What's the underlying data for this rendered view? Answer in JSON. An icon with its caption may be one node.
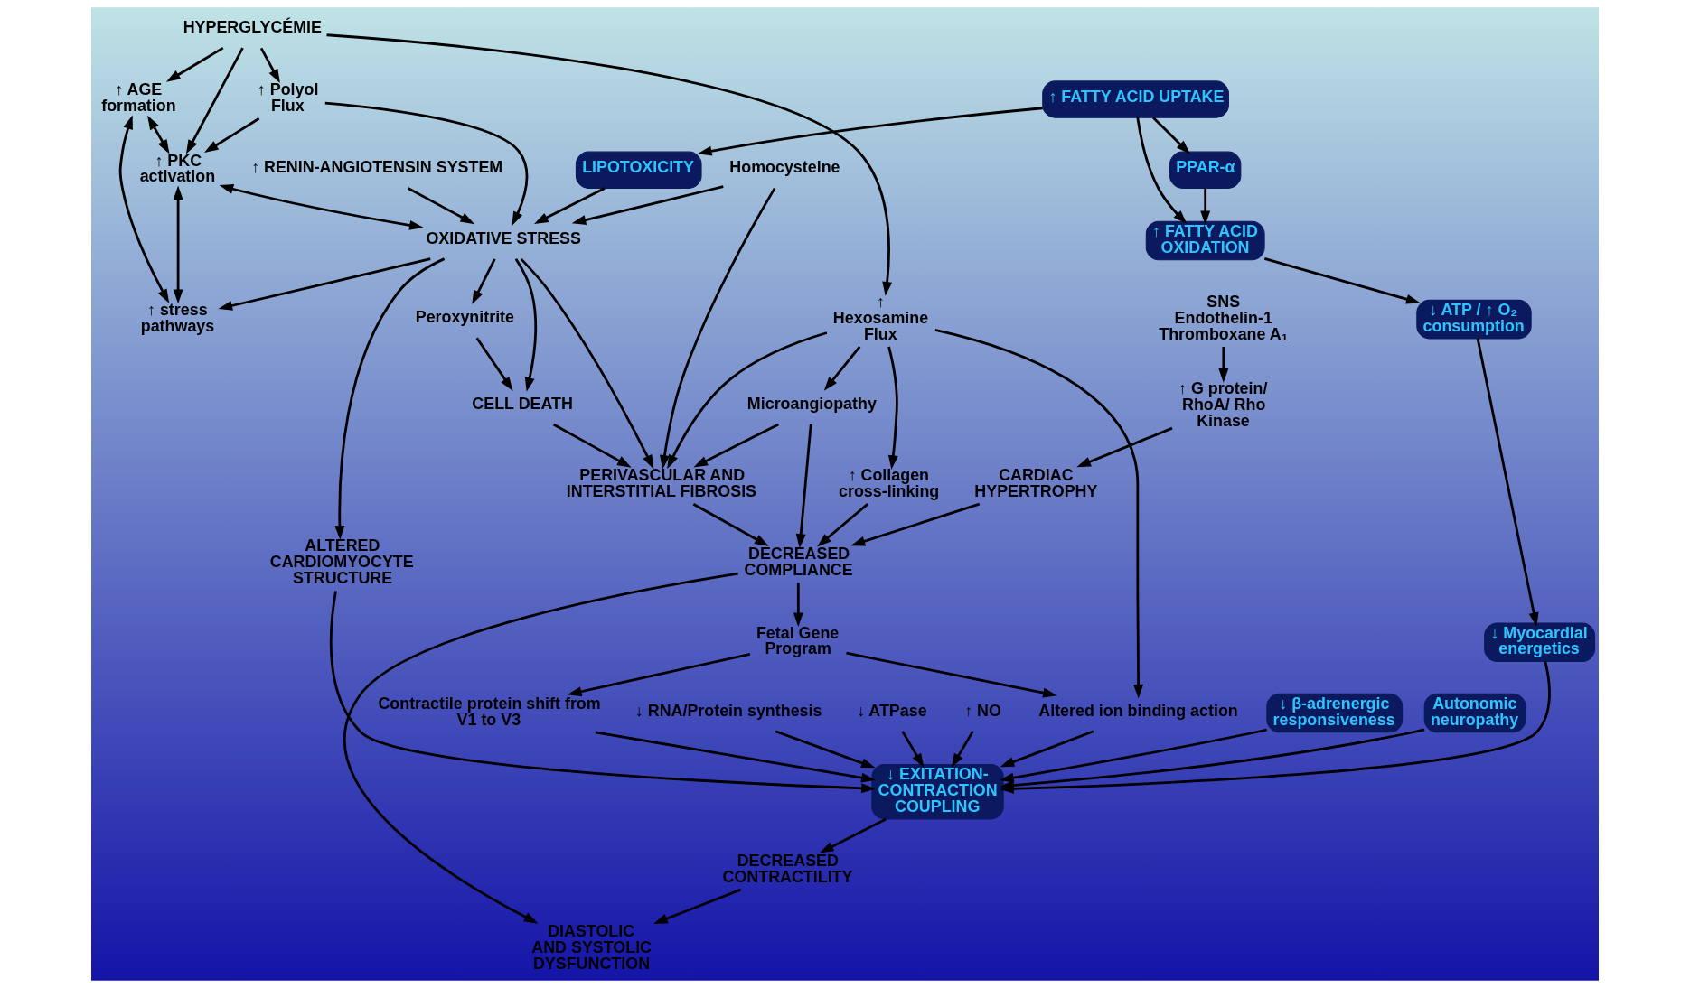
{
  "diagram": {
    "nodes": [
      {
        "text": [
          "HYPERGLYCÉMIE"
        ]
      },
      {
        "text": [
          "↑ RENIN-ANGIOTENSIN SYSTEM"
        ]
      },
      {
        "text": [
          "↑ FATTY ACID UPTAKE"
        ]
      },
      {
        "text": [
          "LIPOTOXICITY"
        ]
      },
      {
        "text": [
          "PPAR-α"
        ]
      },
      {
        "text": [
          "↑ Polyol Flux"
        ]
      },
      {
        "text": [
          "↑ Hexosamine Flux"
        ]
      },
      {
        "text": [
          "↑ FATTY ACID OXIDATION"
        ]
      },
      {
        "text": [
          "↑ AGE formation"
        ]
      },
      {
        "text": [
          "↑ PKC activation"
        ]
      },
      {
        "text": [
          "OXIDATIVE STRESS"
        ]
      },
      {
        "text": [
          "CELL DEATH"
        ]
      },
      {
        "text": [
          "↑ stress pathways"
        ]
      },
      {
        "text": [
          "ALTERED CARDIOMYOCYTE STRUCTURE"
        ]
      },
      {
        "text": [
          "Peroxynitrite"
        ]
      },
      {
        "text": [
          "SNS Endothelin-1 Thromboxane A₁"
        ]
      },
      {
        "text": [
          "Homocysteine"
        ]
      },
      {
        "text": [
          "PERIVASCULAR AND INTERSTITIAL FIBROSIS"
        ]
      },
      {
        "text": [
          "Microangiopathy"
        ]
      },
      {
        "text": [
          "↑ G protein/ RhoA/ Rho Kinase"
        ]
      },
      {
        "text": [
          "↑ Collagen cross-linking"
        ]
      },
      {
        "text": [
          "Altered ion binding action"
        ]
      },
      {
        "text": [
          "CARDIAC HYPERTROPHY"
        ]
      },
      {
        "text": [
          "Fetal Gene Program"
        ]
      },
      {
        "text": [
          "DECREASED COMPLIANCE"
        ]
      },
      {
        "text": [
          "Contractile protein shift from V1 to V3"
        ]
      },
      {
        "text": [
          "DIASTOLIC AND SYSTOLIC DYSFUNCTION"
        ]
      },
      {
        "text": [
          "↓ RNA/Protein synthesis"
        ]
      },
      {
        "text": [
          "DECREASED CONTRACTILITY"
        ]
      },
      {
        "text": [
          "↓ EXITATION-CONTRACTION COUPLING"
        ]
      },
      {
        "text": [
          "↓ ATPase"
        ]
      },
      {
        "text": [
          "↓ ATP / ↑ O₂ consumption"
        ]
      },
      {
        "text": [
          "↑ NO"
        ]
      },
      {
        "text": [
          "↓ Myocardial energetics"
        ]
      },
      {
        "text": [
          "↓ β-adrenergic responsiveness"
        ]
      },
      {
        "text": [
          "Autonomic neuropathy"
        ]
      }
    ],
    "edges": [
      {
        "from": 0,
        "to": 6,
        "arrow": "to"
      },
      {
        "from": 0,
        "to": 8,
        "arrow": "to"
      },
      {
        "from": 0,
        "to": 9,
        "arrow": "to"
      },
      {
        "from": 0,
        "to": 5,
        "arrow": "to"
      },
      {
        "from": 5,
        "to": 9,
        "arrow": "to"
      },
      {
        "from": 5,
        "to": 10,
        "arrow": "to"
      },
      {
        "from": 1,
        "to": 10,
        "arrow": "to"
      },
      {
        "from": 2,
        "to": 3,
        "arrow": "to"
      },
      {
        "from": 2,
        "to": 7,
        "arrow": "to"
      },
      {
        "from": 2,
        "to": 4,
        "arrow": "to"
      },
      {
        "from": 4,
        "to": 7,
        "arrow": "to"
      },
      {
        "from": 3,
        "to": 10,
        "arrow": "to"
      },
      {
        "from": 8,
        "to": 9,
        "arrow": "both"
      },
      {
        "from": 9,
        "to": 10,
        "arrow": "both"
      },
      {
        "from": 9,
        "to": 12,
        "arrow": "both"
      },
      {
        "from": 8,
        "to": 12,
        "arrow": "both"
      },
      {
        "from": 10,
        "to": 12,
        "arrow": "to"
      },
      {
        "from": 10,
        "to": 13,
        "arrow": "to"
      },
      {
        "from": 10,
        "to": 11,
        "arrow": "to"
      },
      {
        "from": 10,
        "to": 14,
        "arrow": "to"
      },
      {
        "from": 10,
        "to": 17,
        "arrow": "to"
      },
      {
        "from": 16,
        "to": 10,
        "arrow": "to"
      },
      {
        "from": 14,
        "to": 11,
        "arrow": "to"
      },
      {
        "from": 11,
        "to": 17,
        "arrow": "to"
      },
      {
        "from": 16,
        "to": 17,
        "arrow": "to"
      },
      {
        "from": 7,
        "to": 31,
        "arrow": "to"
      },
      {
        "from": 6,
        "to": 17,
        "arrow": "to"
      },
      {
        "from": 6,
        "to": 18,
        "arrow": "to"
      },
      {
        "from": 6,
        "to": 20,
        "arrow": "to"
      },
      {
        "from": 6,
        "to": 21,
        "arrow": "to"
      },
      {
        "from": 13,
        "to": 29,
        "arrow": "to"
      },
      {
        "from": 15,
        "to": 19,
        "arrow": "to"
      },
      {
        "from": 19,
        "to": 22,
        "arrow": "to"
      },
      {
        "from": 22,
        "to": 24,
        "arrow": "to"
      },
      {
        "from": 18,
        "to": 17,
        "arrow": "to"
      },
      {
        "from": 18,
        "to": 24,
        "arrow": "to"
      },
      {
        "from": 20,
        "to": 24,
        "arrow": "to"
      },
      {
        "from": 17,
        "to": 24,
        "arrow": "to"
      },
      {
        "from": 24,
        "to": 23,
        "arrow": "to"
      },
      {
        "from": 23,
        "to": 21,
        "arrow": "to"
      },
      {
        "from": 23,
        "to": 25,
        "arrow": "to"
      },
      {
        "from": 21,
        "to": 29,
        "arrow": "to"
      },
      {
        "from": 25,
        "to": 29,
        "arrow": "to"
      },
      {
        "from": 24,
        "to": 26,
        "arrow": "to"
      },
      {
        "from": 28,
        "to": 26,
        "arrow": "to"
      },
      {
        "from": 29,
        "to": 28,
        "arrow": "to"
      },
      {
        "from": 27,
        "to": 29,
        "arrow": "to"
      },
      {
        "from": 30,
        "to": 29,
        "arrow": "to"
      },
      {
        "from": 32,
        "to": 29,
        "arrow": "to"
      },
      {
        "from": 34,
        "to": 29,
        "arrow": "to"
      },
      {
        "from": 35,
        "to": 29,
        "arrow": "to"
      },
      {
        "from": 33,
        "to": 29,
        "arrow": "to"
      },
      {
        "from": 31,
        "to": 33,
        "arrow": "to"
      }
    ]
  }
}
